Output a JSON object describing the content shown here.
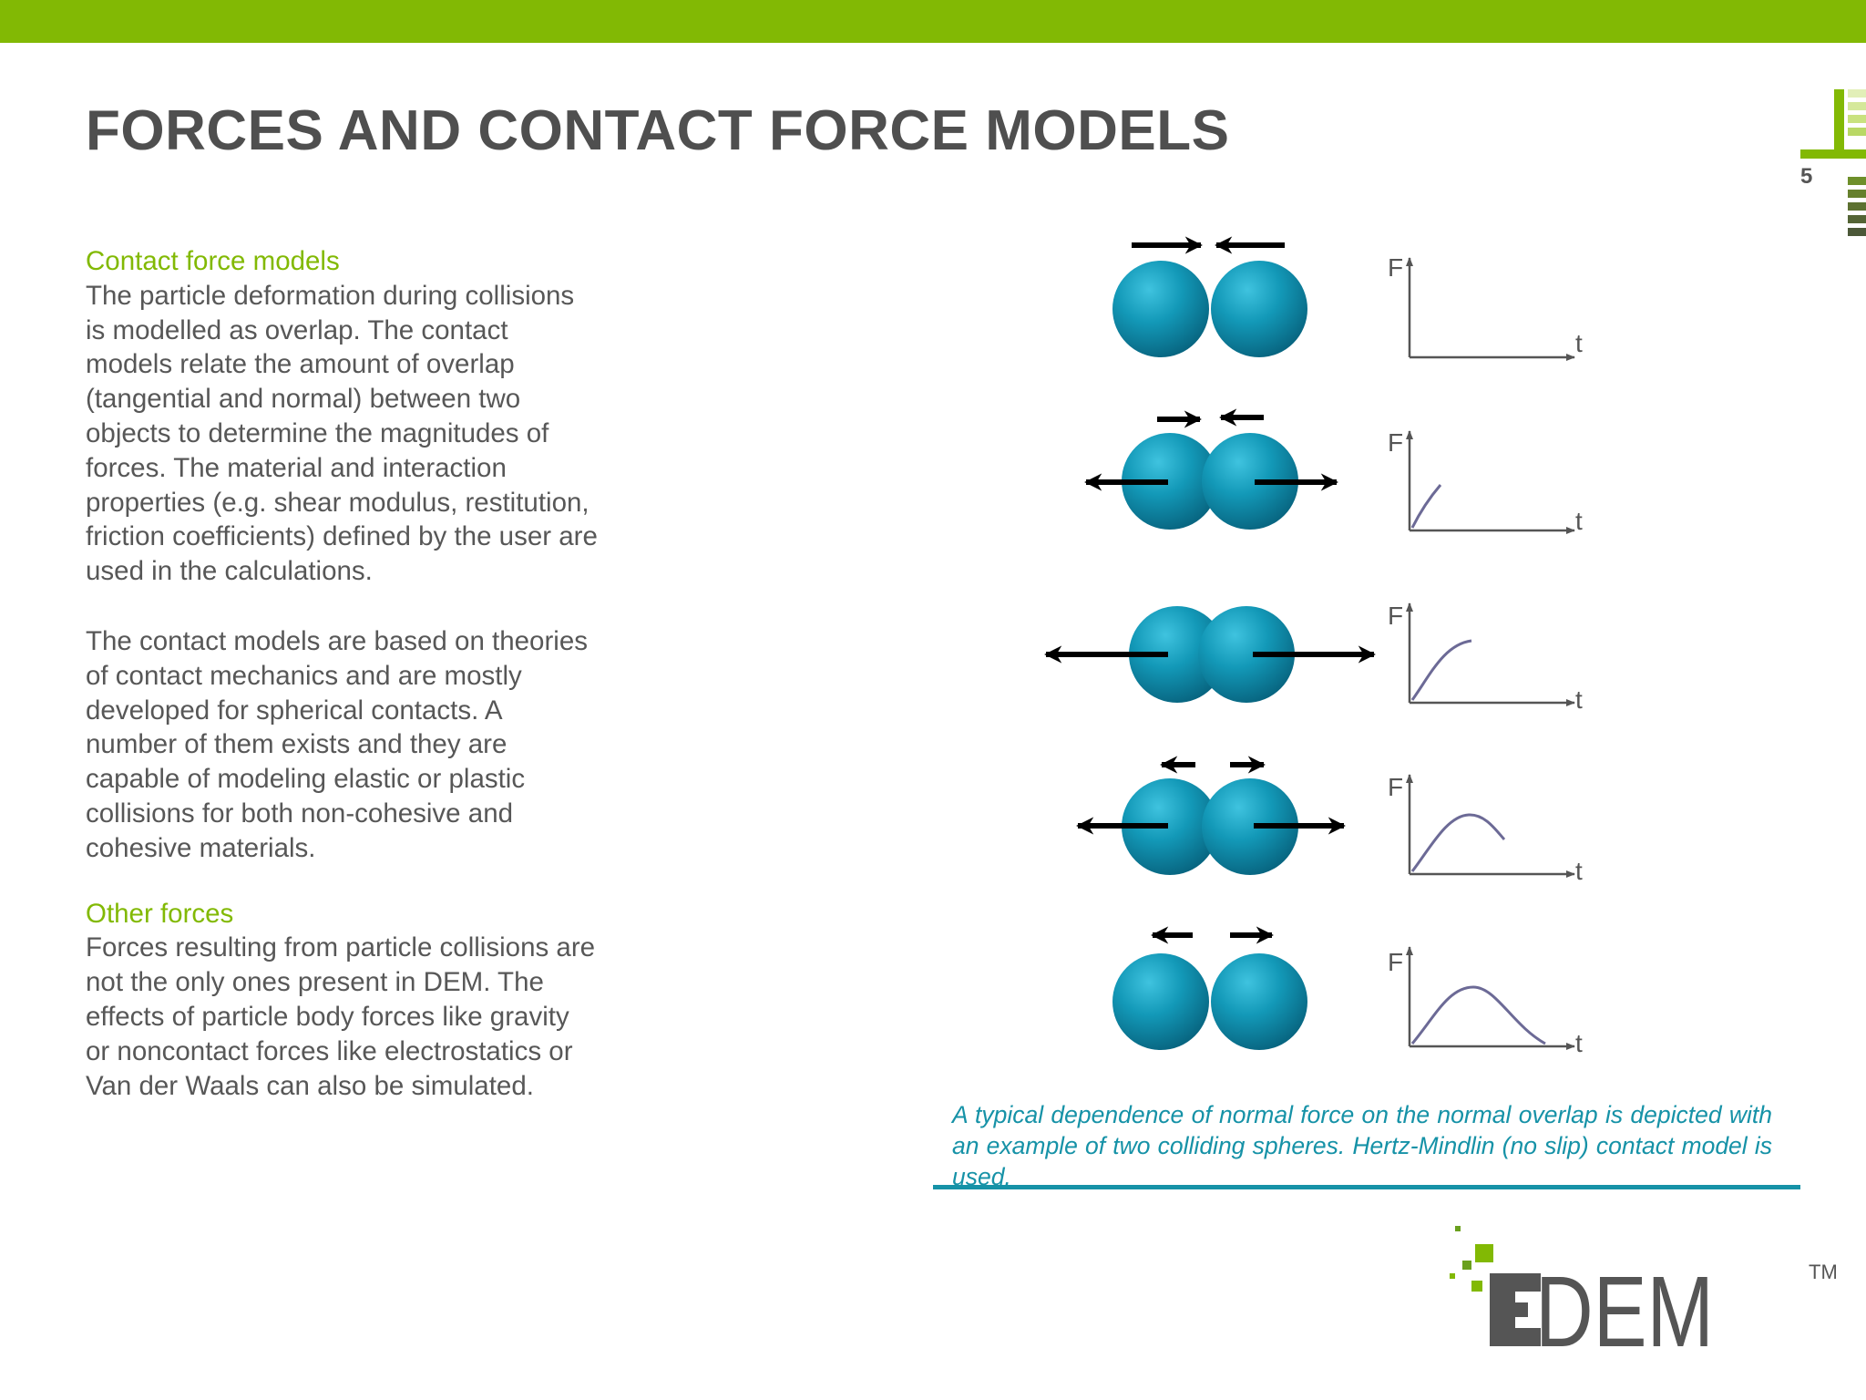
{
  "slide": {
    "title": "FORCES AND CONTACT FORCE MODELS",
    "page_number": "5"
  },
  "left_column": {
    "contact_heading": "Contact force models",
    "contact_paragraph": [
      "The particle deformation during collisions",
      "is modelled as overlap. The contact",
      "models relate the amount of overlap",
      "(tangential and normal) between two",
      "objects to determine the magnitudes of",
      "forces. The material and interaction",
      "properties (e.g. shear modulus, restitution,",
      "friction coefficients) defined by the user are",
      "used in the calculations."
    ],
    "theory_paragraph": [
      "The contact models are based on theories",
      "of contact mechanics and are mostly",
      "developed for spherical contacts. A",
      "number of them exists and they are",
      "capable of modeling elastic or plastic",
      "collisions for both non-cohesive and",
      "cohesive materials."
    ],
    "other_heading": "Other forces",
    "other_paragraph": [
      "Forces resulting from particle collisions are",
      "not the only ones present in DEM. The",
      "effects of particle body forces like gravity",
      "or noncontact forces like electrostatics or",
      "Van der Waals can also be simulated."
    ]
  },
  "figure": {
    "axis_y_label": "F",
    "axis_x_label": "t",
    "sphere_color": "#0f8fad",
    "curve_color": "#6c6a96",
    "stages": [
      {
        "name": "approach",
        "curve": "none"
      },
      {
        "name": "initial-contact",
        "curve": "rising-start"
      },
      {
        "name": "max-overlap-growth",
        "curve": "rising"
      },
      {
        "name": "separation-start",
        "curve": "peak"
      },
      {
        "name": "separated",
        "curve": "full-pulse"
      }
    ],
    "caption": "A typical dependence of normal force on the normal overlap is depicted with an example of two colliding spheres. Hertz-Mindlin (no slip) contact model is used."
  },
  "logo": {
    "text": "EDEM",
    "trademark": "TM"
  },
  "colors": {
    "accent_green": "#82b904",
    "title_gray": "#4f4f4f",
    "body_gray": "#575757",
    "caption_teal": "#1692a7"
  }
}
